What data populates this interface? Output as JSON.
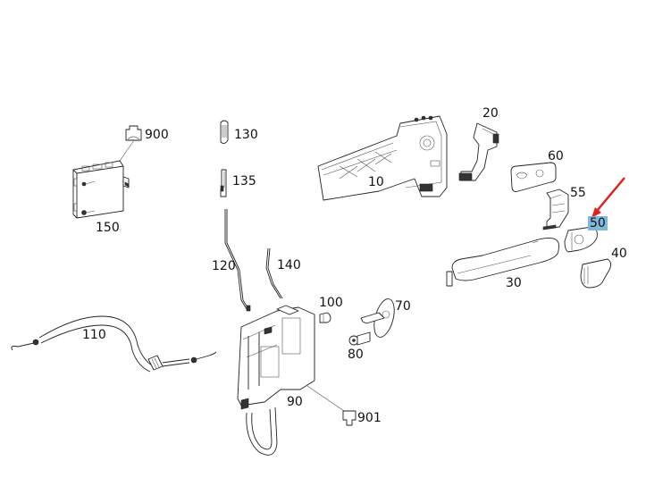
{
  "diagram": {
    "type": "exploded parts diagram",
    "subject": "door handle and lock assembly",
    "highlighted_part": "50",
    "highlight_color": "#7fb8da",
    "arrow_color": "#e0201b"
  },
  "labels": {
    "p10": "10",
    "p20": "20",
    "p30": "30",
    "p40": "40",
    "p50": "50",
    "p55": "55",
    "p60": "60",
    "p70": "70",
    "p80": "80",
    "p90": "90",
    "p100": "100",
    "p110": "110",
    "p120": "120",
    "p130": "130",
    "p135": "135",
    "p140": "140",
    "p150": "150",
    "p900": "900",
    "p901": "901"
  }
}
